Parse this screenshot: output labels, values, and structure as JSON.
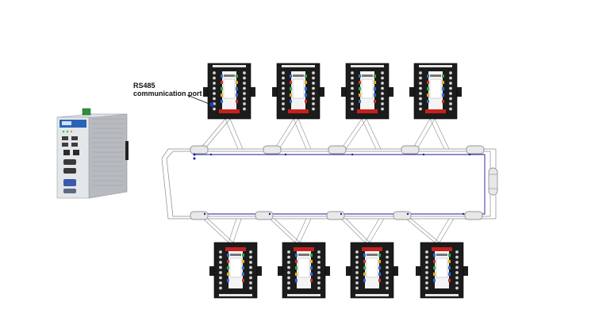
{
  "callout": {
    "line1": "RS485",
    "line2": "communication port"
  },
  "colors": {
    "module_body": "#1c1c1c",
    "bus_blue": "#1a1aa0",
    "cable_gray": "#8a8a8a",
    "connector_fill": "#e8e8e8",
    "port_marker": "#1f3fd0",
    "gateway_body": "#c9cdd2",
    "gateway_accent": "#2a63b8",
    "warning_red": "#c8201c"
  },
  "icons": {
    "gateway": "industrial-pc-icon",
    "module": "rs485-io-module-icon",
    "connector": "inline-cable-connector-icon"
  },
  "counts": {
    "top_modules": 4,
    "bottom_modules": 4
  }
}
